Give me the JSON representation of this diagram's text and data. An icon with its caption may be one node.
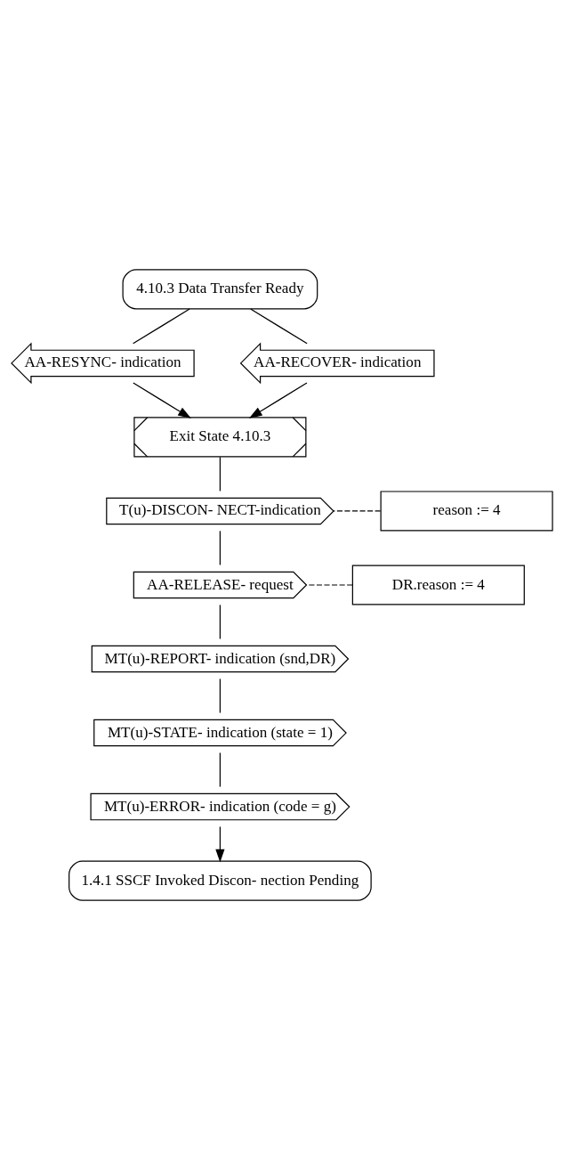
{
  "diagram": {
    "nodes": [
      {
        "text": [
          "4.10.3 Data Transfer Ready"
        ]
      },
      {
        "text": [
          "AA-RESYNC- indication"
        ]
      },
      {
        "text": [
          "AA-RECOVER- indication"
        ]
      },
      {
        "text": [
          "Exit State 4.10.3"
        ]
      },
      {
        "text": [
          "reason := 4"
        ]
      },
      {
        "text": [
          "T(u)-DISCON- NECT-indication"
        ]
      },
      {
        "text": [
          "DR.reason := 4"
        ]
      },
      {
        "text": [
          "AA-RELEASE- request"
        ]
      },
      {
        "text": [
          "MT(u)-REPORT- indication (snd,DR)"
        ]
      },
      {
        "text": [
          "MT(u)-STATE- indication (state = 1)"
        ]
      },
      {
        "text": [
          "MT(u)-ERROR- indication (code = g)"
        ]
      },
      {
        "text": [
          "1.4.1 SSCF Invoked Discon- nection Pending"
        ]
      }
    ],
    "edges": [
      {
        "from": 0,
        "to": 1,
        "arrow": "none"
      },
      {
        "from": 0,
        "to": 2,
        "arrow": "none"
      },
      {
        "from": 1,
        "to": 3,
        "arrow": "to"
      },
      {
        "from": 2,
        "to": 3,
        "arrow": "to"
      },
      {
        "from": 3,
        "to": 5,
        "arrow": "none"
      },
      {
        "from": 5,
        "to": 4,
        "arrow": "none",
        "style": "dashed"
      },
      {
        "from": 5,
        "to": 7,
        "arrow": "none"
      },
      {
        "from": 7,
        "to": 6,
        "arrow": "none",
        "style": "dashed"
      },
      {
        "from": 7,
        "to": 8,
        "arrow": "none"
      },
      {
        "from": 8,
        "to": 9,
        "arrow": "none"
      },
      {
        "from": 9,
        "to": 10,
        "arrow": "none"
      },
      {
        "from": 10,
        "to": 11,
        "arrow": "to"
      }
    ]
  }
}
